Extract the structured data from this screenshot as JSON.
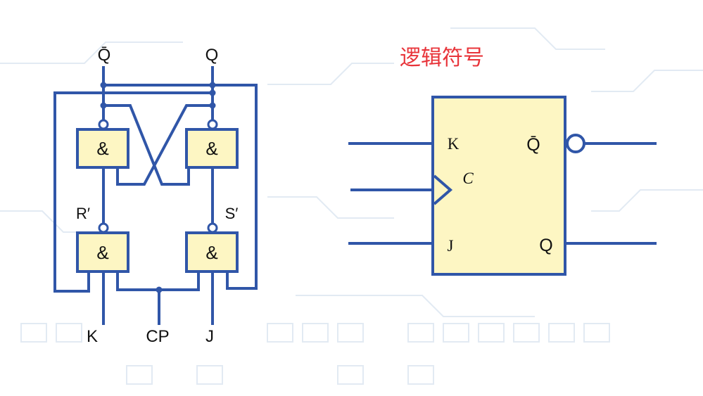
{
  "colors": {
    "wire": "#3056a8",
    "gate_fill": "#fdf6c3",
    "title": "#e8343a",
    "text": "#111111",
    "background_lines": "#dfe8f2"
  },
  "title": "逻辑符号",
  "circuit": {
    "gate_symbol": "&",
    "labels": {
      "q_bar": "Q̄",
      "q": "Q",
      "r_prime": "R′",
      "s_prime": "S′",
      "k": "K",
      "cp": "CP",
      "j": "J"
    }
  },
  "symbol": {
    "k": "K",
    "c": "C",
    "j": "J",
    "q_bar": "Q̄",
    "q": "Q"
  }
}
